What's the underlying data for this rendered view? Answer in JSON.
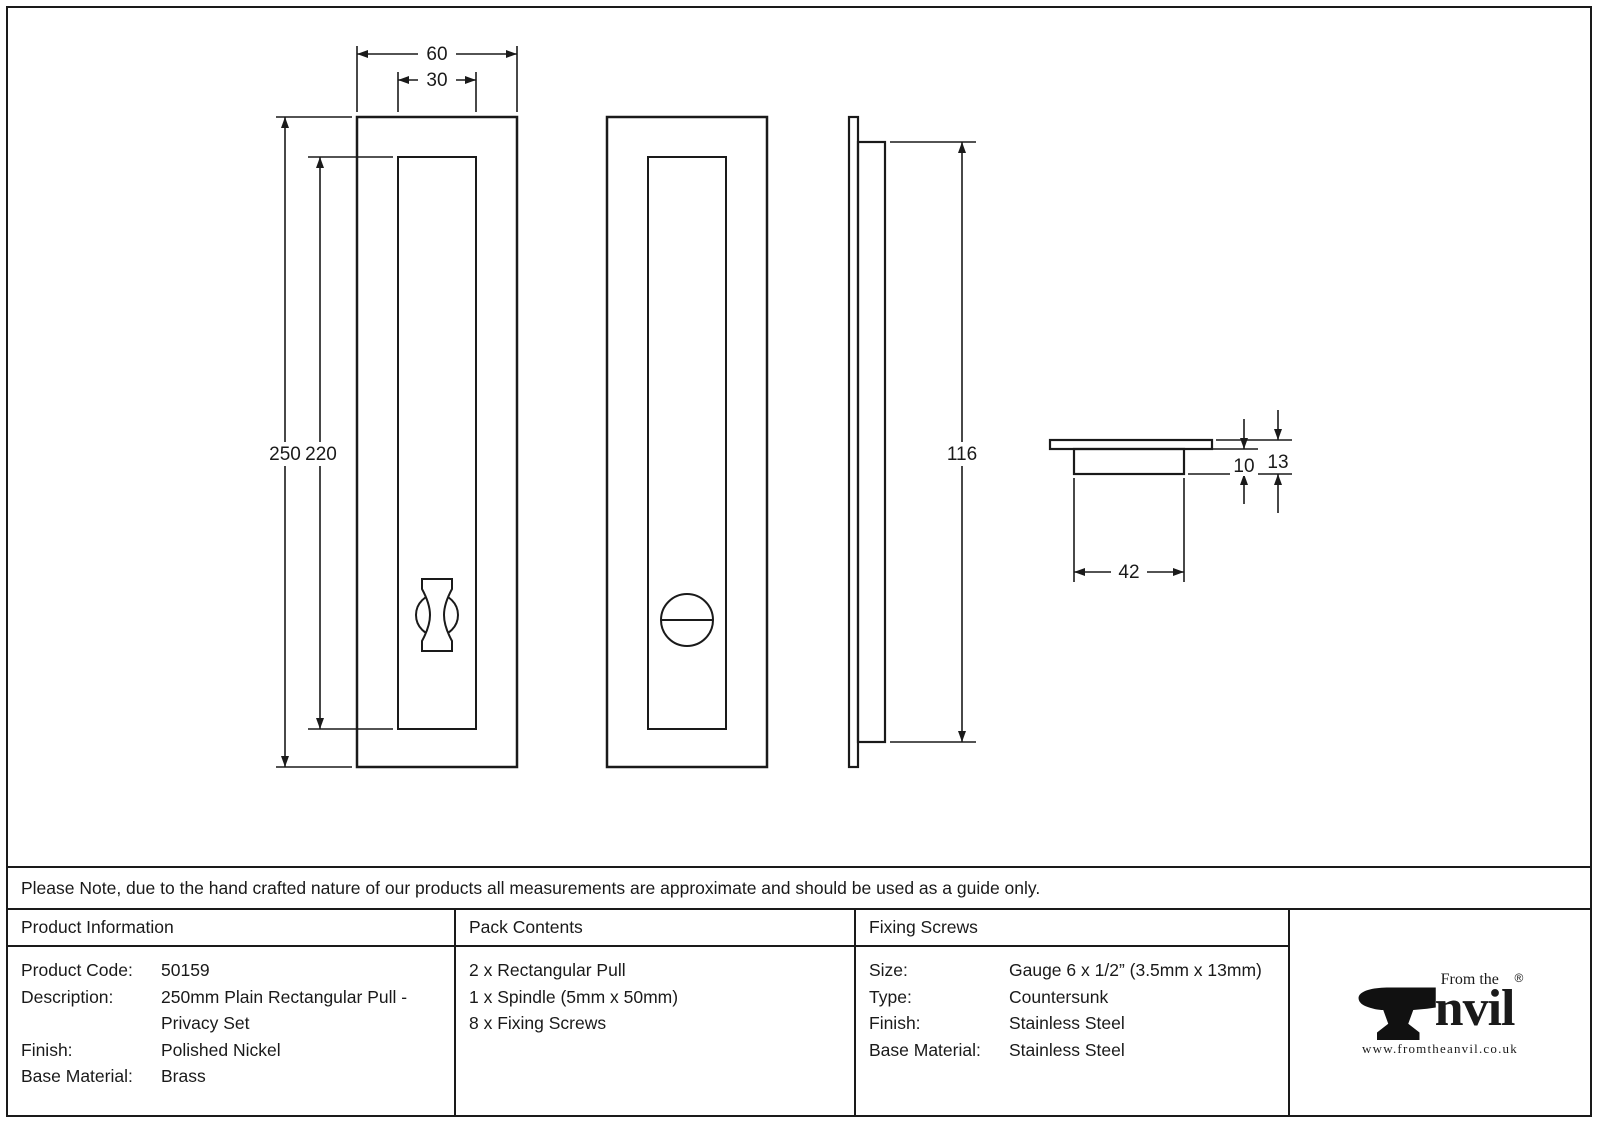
{
  "note": "Please Note, due to the hand crafted nature of our products all measurements are approximate and should be used as a guide only.",
  "drawing": {
    "dims": {
      "outer_width": "60",
      "inner_width": "30",
      "outer_height": "250",
      "inner_height": "220",
      "side_height": "116",
      "body_depth": "10",
      "total_depth": "13",
      "base_width": "42"
    }
  },
  "table": {
    "product_information": {
      "header": "Product Information",
      "rows": [
        {
          "label": "Product Code:",
          "value": "50159"
        },
        {
          "label": "Description:",
          "value": "250mm Plain Rectangular Pull - Privacy Set"
        },
        {
          "label": "Finish:",
          "value": "Polished Nickel"
        },
        {
          "label": "Base Material:",
          "value": "Brass"
        }
      ]
    },
    "pack_contents": {
      "header": "Pack Contents",
      "items": [
        "2 x Rectangular Pull",
        "1 x Spindle (5mm x 50mm)",
        "8 x Fixing Screws"
      ]
    },
    "fixing_screws": {
      "header": "Fixing Screws",
      "rows": [
        {
          "label": "Size:",
          "value": "Gauge 6 x 1/2” (3.5mm x 13mm)"
        },
        {
          "label": "Type:",
          "value": "Countersunk"
        },
        {
          "label": "Finish:",
          "value": "Stainless Steel"
        },
        {
          "label": "Base Material:",
          "value": "Stainless Steel"
        }
      ]
    },
    "logo": {
      "from_the": "From the",
      "name_rest": "nvil",
      "registered": "®",
      "website": "www.fromtheanvil.co.uk"
    }
  }
}
